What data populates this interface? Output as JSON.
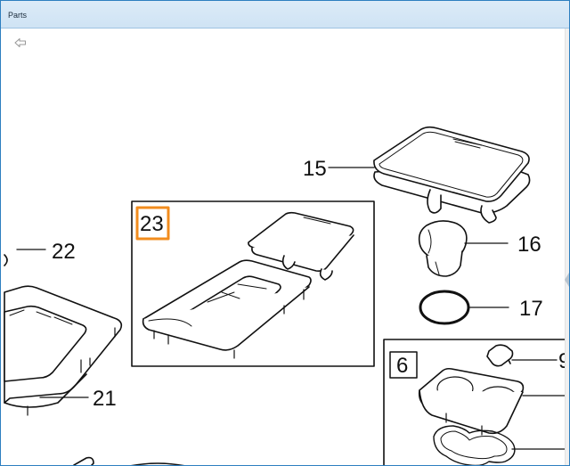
{
  "window": {
    "title": "Parts"
  },
  "toolbar": {
    "back_icon": "back-arrow-icon"
  },
  "diagram": {
    "selected_callout": "23",
    "callouts": {
      "c15": "15",
      "c16": "16",
      "c17": "17",
      "c21": "21",
      "c22": "22",
      "c23": "23",
      "c6": "6",
      "c9": "9"
    },
    "accent_color": "#f28c1e"
  }
}
